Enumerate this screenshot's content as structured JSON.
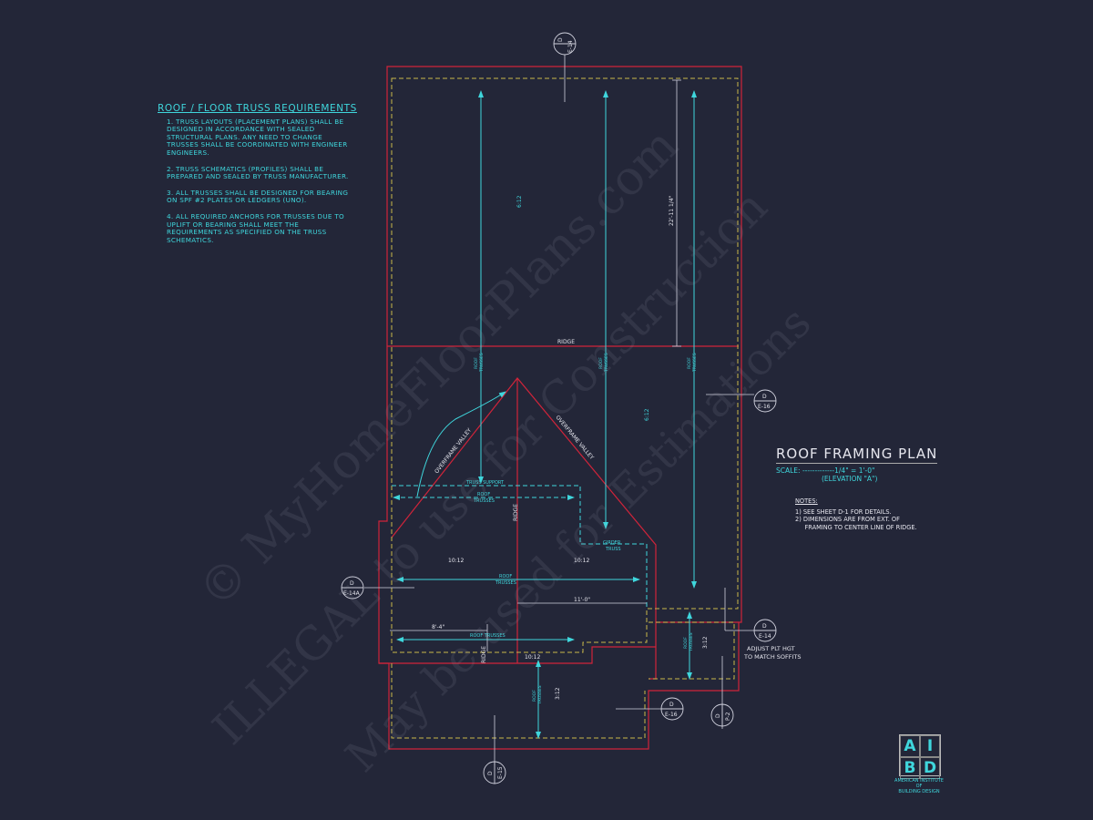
{
  "notes": {
    "title": "ROOF / FLOOR  TRUSS REQUIREMENTS",
    "items": [
      "1. TRUSS LAYOUTS (PLACEMENT PLANS) SHALL BE DESIGNED IN ACCORDANCE WITH SEALED STRUCTURAL PLANS. ANY NEED TO CHANGE TRUSSES SHALL BE COORDINATED WITH ENGINEER ENGINEERS.",
      "2. TRUSS SCHEMATICS (PROFILES) SHALL BE PREPARED AND SEALED BY TRUSS MANUFACTURER.",
      "3. ALL TRUSSES SHALL BE DESIGNED FOR BEARING ON SPF #2 PLATES OR LEDGERS (UNO).",
      "4. ALL REQUIRED ANCHORS FOR TRUSSES DUE TO UPLIFT OR BEARING SHALL MEET THE REQUIREMENTS AS SPECIFIED ON THE TRUSS SCHEMATICS."
    ]
  },
  "title_block": {
    "title": "ROOF FRAMING PLAN",
    "scale": "SCALE: -------------1/4\" = 1'-0\"",
    "elevation": "(ELEVATION \"A\")"
  },
  "general_notes": {
    "title": "NOTES:",
    "items": [
      "1)  SEE SHEET D-1 FOR DETAILS.",
      "2)  DIMENSIONS ARE FROM EXT. OF",
      "     FRAMING TO CENTER LINE OF RIDGE."
    ]
  },
  "plan": {
    "ridge": "RIDGE",
    "roof": "ROOF",
    "trusses": "TRUSSES",
    "roof_trusses": "ROOF TRUSSES",
    "truss_support": "TRUSS SUPPORT",
    "girder": "GIRDER",
    "truss": "TRUSS",
    "overframe_valley": "OVERFRAME VALLEY",
    "pitch_6_12": "6:12",
    "pitch_10_12": "10:12",
    "pitch_3_12": "3:12",
    "dim_22": "22'-11 1/4\"",
    "dim_11": "11'-0\"",
    "dim_8": "8'-4\"",
    "adjust_1": "ADJUST PLT HGT",
    "adjust_2": "TO MATCH SOFFITS"
  },
  "callouts": [
    {
      "top": "D",
      "bottom": "E-14"
    },
    {
      "top": "D",
      "bottom": "E-16"
    },
    {
      "top": "D",
      "bottom": "E-14A"
    },
    {
      "top": "D",
      "bottom": "E-14"
    },
    {
      "top": "D",
      "bottom": "E-16"
    },
    {
      "top": "D",
      "bottom": "P-2"
    },
    {
      "top": "D",
      "bottom": "E-15"
    }
  ],
  "logo": {
    "letters": [
      "A",
      "I",
      "B",
      "D"
    ],
    "name1": "AMERICAN INSTITUTE",
    "name2": "OF",
    "name3": "BUILDING DESIGN"
  },
  "watermark": [
    "© MyHomeFloorPlans.com",
    "ILLEGAL to use for Construction",
    "May be used for Estimations"
  ],
  "colors": {
    "background": "#232638",
    "wall": "#d0243a",
    "dashed": "#c8b84a",
    "annotation": "#3fd6dc"
  }
}
